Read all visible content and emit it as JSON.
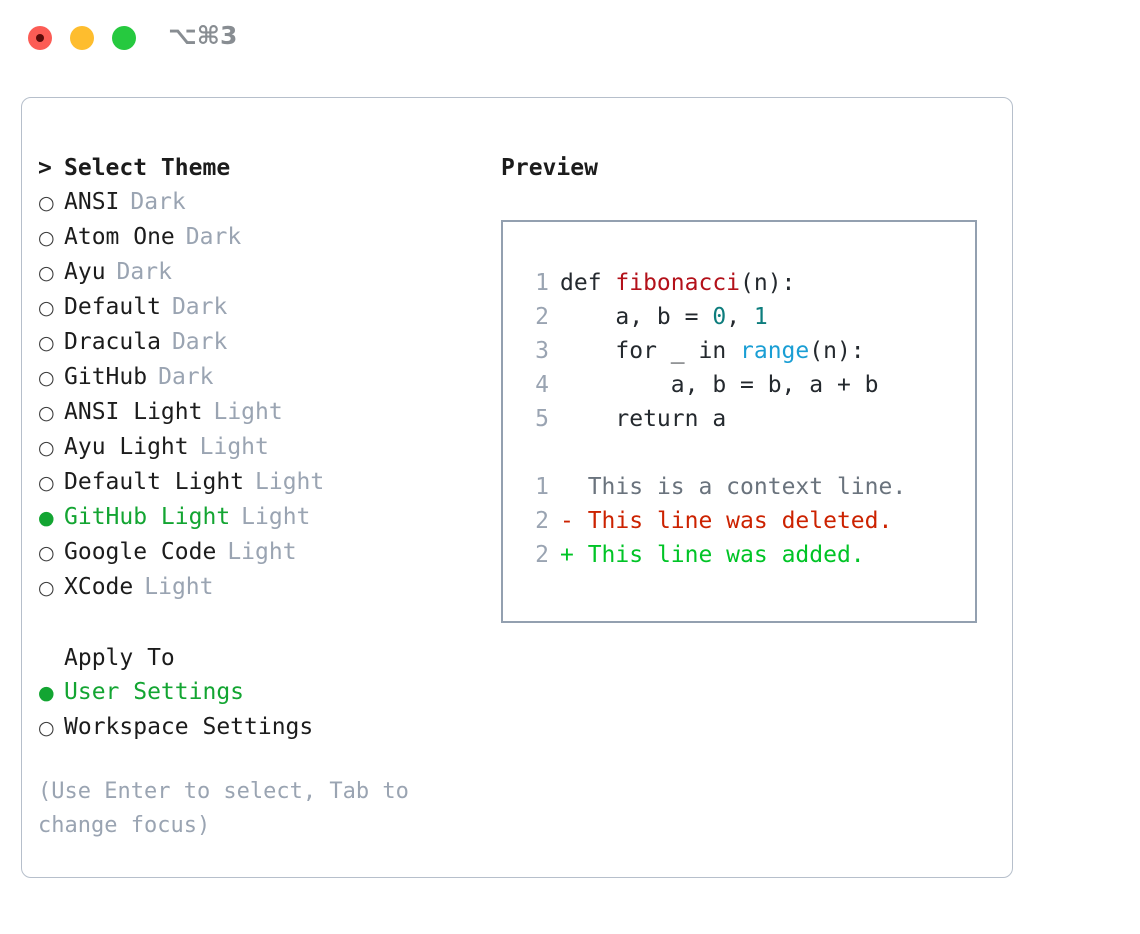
{
  "titlebar": {
    "lights": [
      "close-light",
      "minimize-light",
      "maximize-light"
    ],
    "shortcut": "⌥⌘3"
  },
  "theme_panel": {
    "header": {
      "prefix": ">",
      "label": "Select Theme"
    },
    "items": [
      {
        "marker": "○",
        "name": "ANSI",
        "tag": "Dark",
        "selected": false
      },
      {
        "marker": "○",
        "name": "Atom One",
        "tag": "Dark",
        "selected": false
      },
      {
        "marker": "○",
        "name": "Ayu",
        "tag": "Dark",
        "selected": false
      },
      {
        "marker": "○",
        "name": "Default",
        "tag": "Dark",
        "selected": false
      },
      {
        "marker": "○",
        "name": "Dracula",
        "tag": "Dark",
        "selected": false
      },
      {
        "marker": "○",
        "name": "GitHub",
        "tag": "Dark",
        "selected": false
      },
      {
        "marker": "○",
        "name": "ANSI Light",
        "tag": "Light",
        "selected": false
      },
      {
        "marker": "○",
        "name": "Ayu Light",
        "tag": "Light",
        "selected": false
      },
      {
        "marker": "○",
        "name": "Default Light",
        "tag": "Light",
        "selected": false
      },
      {
        "marker": "●",
        "name": "GitHub Light",
        "tag": "Light",
        "selected": true
      },
      {
        "marker": "○",
        "name": "Google Code",
        "tag": "Light",
        "selected": false
      },
      {
        "marker": "○",
        "name": "XCode",
        "tag": "Light",
        "selected": false
      }
    ]
  },
  "apply_to": {
    "header": {
      "prefix": "",
      "label": "Apply To"
    },
    "items": [
      {
        "marker": "●",
        "name": "User Settings",
        "tag": "",
        "selected": true
      },
      {
        "marker": "○",
        "name": "Workspace Settings",
        "tag": "",
        "selected": false
      }
    ]
  },
  "hint": "(Use Enter to select, Tab to change focus)",
  "preview": {
    "title": "Preview",
    "code_lines": [
      {
        "no": "1",
        "segments": [
          {
            "t": "def ",
            "c": "ctext"
          },
          {
            "t": "fibonacci",
            "c": "tok-fn"
          },
          {
            "t": "(n):",
            "c": "ctext"
          }
        ]
      },
      {
        "no": "2",
        "segments": [
          {
            "t": "    a, b = ",
            "c": "ctext"
          },
          {
            "t": "0",
            "c": "tok-num"
          },
          {
            "t": ", ",
            "c": "ctext"
          },
          {
            "t": "1",
            "c": "tok-num"
          }
        ]
      },
      {
        "no": "3",
        "segments": [
          {
            "t": "    for _ in ",
            "c": "ctext"
          },
          {
            "t": "range",
            "c": "tok-bi"
          },
          {
            "t": "(n):",
            "c": "ctext"
          }
        ]
      },
      {
        "no": "4",
        "segments": [
          {
            "t": "        a, b = b, a + b",
            "c": "ctext"
          }
        ]
      },
      {
        "no": "5",
        "segments": [
          {
            "t": "    return a",
            "c": "ctext"
          }
        ]
      }
    ],
    "diff_lines": [
      {
        "no": "1",
        "sign": " ",
        "text": " This is a context line.",
        "kind": "diff-ctx"
      },
      {
        "no": "2",
        "sign": "-",
        "text": " This line was deleted.",
        "kind": "diff-del"
      },
      {
        "no": "2",
        "sign": "+",
        "text": " This line was added.",
        "kind": "diff-add"
      }
    ]
  },
  "colors": {
    "selected_green": "#13a532",
    "diff_added": "#00c426",
    "diff_deleted": "#cc2200",
    "tag_gray": "#9aa4b2",
    "panel_border": "#b6bfcb",
    "preview_border": "#93a0b0",
    "function_red": "#b3111a",
    "number_teal": "#0d7d7d",
    "builtin_blue": "#1a9ed4"
  }
}
